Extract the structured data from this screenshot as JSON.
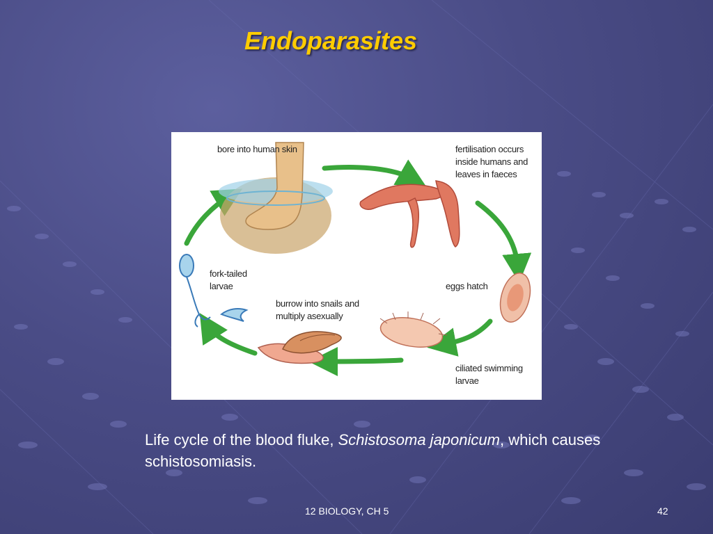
{
  "slide": {
    "title": "Endoparasites",
    "footer_center": "12 BIOLOGY, CH 5",
    "page_number": "42"
  },
  "figure": {
    "labels": {
      "bore": "bore into human skin",
      "fert": "fertilisation occurs inside humans and leaves in faeces",
      "eggs": "eggs hatch",
      "cil": "ciliated swimming larvae",
      "snails": "burrow into snails and multiply asexually",
      "fork": "fork-tailed larvae"
    }
  },
  "caption": {
    "part1": "Life cycle of the blood fluke, ",
    "species": "Schistosoma japonicum",
    "part2": ", which causes schistosomiasis."
  },
  "colors": {
    "title": "#ffcc00",
    "arrow": "#3aa63a",
    "background": "#4a4c86"
  }
}
